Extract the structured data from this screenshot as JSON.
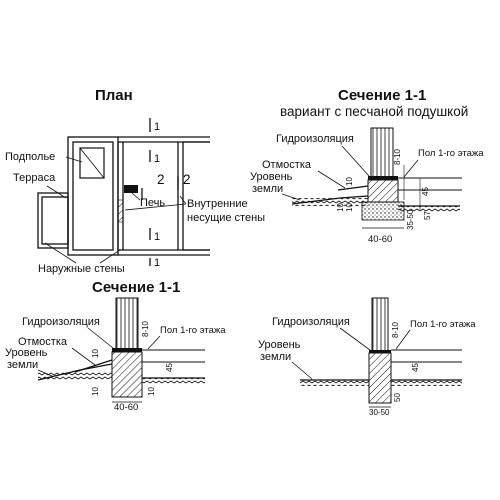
{
  "plan": {
    "title": "План",
    "labels": {
      "podpolye": "Подполье",
      "terrasa": "Терраса",
      "pech": "Печь",
      "inner_walls_1": "Внутренние",
      "inner_walls_2": "несущие стены",
      "outer_walls": "Наружные стены"
    },
    "marks": {
      "sec1": "1",
      "sec2": "2"
    }
  },
  "sectionA": {
    "title": "Сечение 1-1",
    "subtitle": "вариант с песчаной подушкой",
    "labels": {
      "hydro": "Гидроизоляция",
      "otmostka": "Отмостка",
      "level_1": "Уровень",
      "level_2": "земли",
      "floor": "Пол 1-го этажа"
    },
    "dims": {
      "d810": "8-10",
      "d10a": "10",
      "d45": "45",
      "d10b": "10",
      "d10c": "10",
      "d3550": "35-50",
      "d57": "57",
      "d4060": "40-60"
    }
  },
  "sectionB": {
    "title": "Сечение 1-1",
    "labels": {
      "hydro": "Гидроизоляция",
      "otmostka": "Отмостка",
      "level_1": "Уровень",
      "level_2": "земли",
      "floor": "Пол 1-го этажа"
    },
    "dims": {
      "d810": "8-10",
      "d10a": "10",
      "d45": "45",
      "d10b": "10",
      "d10c": "10",
      "d4060": "40-60"
    }
  },
  "sectionC": {
    "labels": {
      "hydro": "Гидроизоляция",
      "level_1": "Уровень",
      "level_2": "земли",
      "floor": "Пол 1-го этажа"
    },
    "dims": {
      "d810": "8-10",
      "d45": "45",
      "d50": "50",
      "d3050": "30-50"
    }
  }
}
